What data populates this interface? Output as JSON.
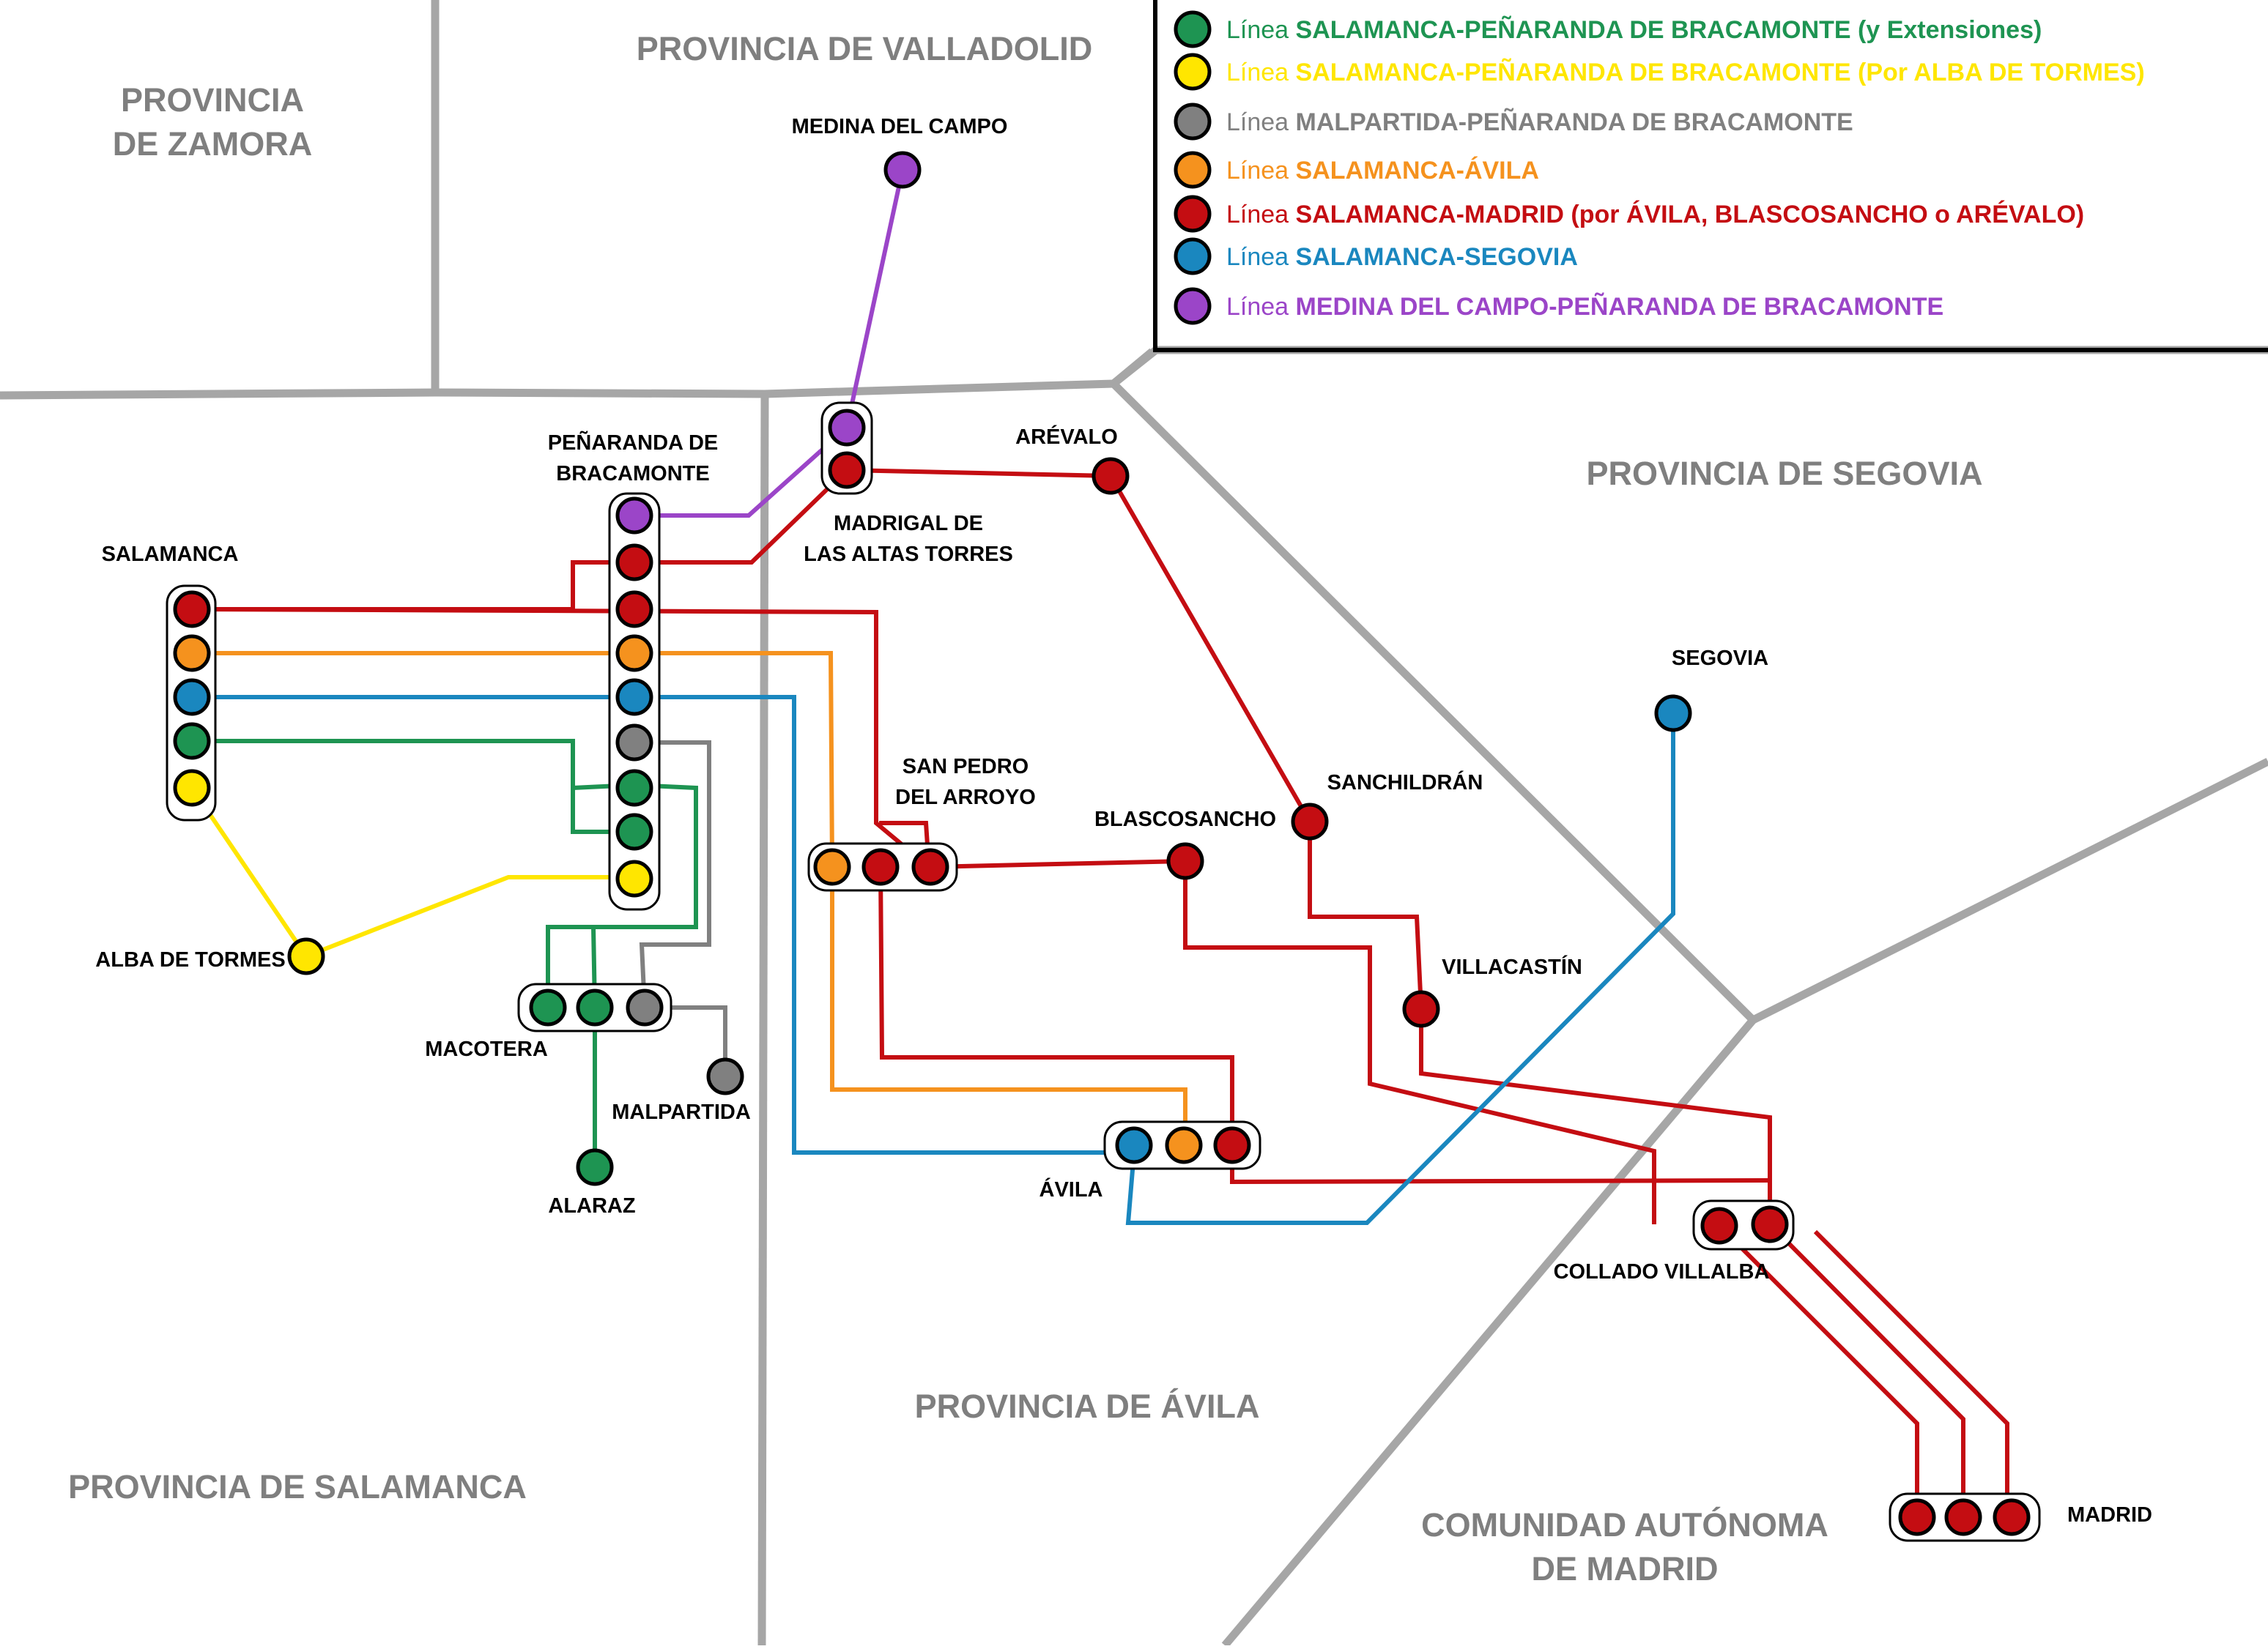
{
  "colors": {
    "green": "#1e9452",
    "yellow": "#ffe600",
    "gray": "#808080",
    "orange": "#f5921e",
    "red": "#c40d12",
    "blue": "#1a87bf",
    "purple": "#9b45c8",
    "border": "#a6a6a6",
    "province_text": "#7f7f7f"
  },
  "provinces": [
    {
      "id": "zamora",
      "lines": [
        "PROVINCIA",
        "DE ZAMORA"
      ]
    },
    {
      "id": "valladolid",
      "lines": [
        "PROVINCIA DE VALLADOLID"
      ]
    },
    {
      "id": "segovia",
      "lines": [
        "PROVINCIA DE SEGOVIA"
      ]
    },
    {
      "id": "salamanca",
      "lines": [
        "PROVINCIA DE SALAMANCA"
      ]
    },
    {
      "id": "avila",
      "lines": [
        "PROVINCIA DE ÁVILA"
      ]
    },
    {
      "id": "madrid",
      "lines": [
        "COMUNIDAD AUTÓNOMA",
        "DE MADRID"
      ]
    }
  ],
  "stations": [
    {
      "id": "medina",
      "lines": [
        "MEDINA DEL CAMPO"
      ]
    },
    {
      "id": "penaranda",
      "lines": [
        "PEÑARANDA DE",
        "BRACAMONTE"
      ]
    },
    {
      "id": "salamanca",
      "lines": [
        "SALAMANCA"
      ]
    },
    {
      "id": "madrigal",
      "lines": [
        "MADRIGAL DE",
        "LAS ALTAS TORRES"
      ]
    },
    {
      "id": "arevalo",
      "lines": [
        "ARÉVALO"
      ]
    },
    {
      "id": "segovia",
      "lines": [
        "SEGOVIA"
      ]
    },
    {
      "id": "sanpedro",
      "lines": [
        "SAN PEDRO",
        "DEL ARROYO"
      ]
    },
    {
      "id": "blascosancho",
      "lines": [
        "BLASCOSANCHO"
      ]
    },
    {
      "id": "sanchidrian",
      "lines": [
        "SANCHILDRÁN"
      ]
    },
    {
      "id": "villacastin",
      "lines": [
        "VILLACASTÍN"
      ]
    },
    {
      "id": "alba",
      "lines": [
        "ALBA DE TORMES"
      ]
    },
    {
      "id": "macotera",
      "lines": [
        "MACOTERA"
      ]
    },
    {
      "id": "malpartida",
      "lines": [
        "MALPARTIDA"
      ]
    },
    {
      "id": "alaraz",
      "lines": [
        "ALARAZ"
      ]
    },
    {
      "id": "avila",
      "lines": [
        "ÁVILA"
      ]
    },
    {
      "id": "collado",
      "lines": [
        "COLLADO VILLALBA"
      ]
    },
    {
      "id": "madrid",
      "lines": [
        "MADRID"
      ]
    }
  ],
  "legend": [
    {
      "prefix": "Línea",
      "name": "SALAMANCA-PEÑARANDA DE BRACAMONTE (y Extensiones)",
      "color": "green"
    },
    {
      "prefix": "Línea",
      "name": "SALAMANCA-PEÑARANDA DE BRACAMONTE (Por ALBA DE TORMES)",
      "color": "yellow"
    },
    {
      "prefix": "Línea",
      "name": "MALPARTIDA-PEÑARANDA DE BRACAMONTE",
      "color": "gray"
    },
    {
      "prefix": "Línea",
      "name": "SALAMANCA-ÁVILA",
      "color": "orange"
    },
    {
      "prefix": "Línea",
      "name": "SALAMANCA-MADRID (por ÁVILA, BLASCOSANCHO o ARÉVALO)",
      "color": "red"
    },
    {
      "prefix": "Línea",
      "name": "SALAMANCA-SEGOVIA",
      "color": "blue"
    },
    {
      "prefix": "Línea",
      "name": "MEDINA DEL CAMPO-PEÑARANDA DE BRACAMONTE",
      "color": "purple"
    }
  ]
}
